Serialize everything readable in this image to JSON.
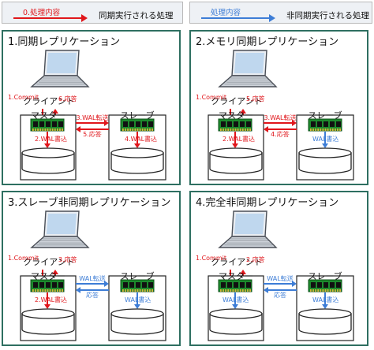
{
  "legend": [
    {
      "marker": "0.処理内容",
      "text": "同期実行される処理",
      "color": "#e0161b"
    },
    {
      "marker": "処理内容",
      "text": "非同期実行される処理",
      "color": "#3d7dd6"
    }
  ],
  "labels": {
    "client": "クライアント",
    "master": "マスター",
    "slave": "スレーブ"
  },
  "panels": [
    {
      "title": "1.同期レプリケーション",
      "commit": "1.Commit",
      "response": "6.応答",
      "wal_write": "2.WAL書込",
      "transfer": "3.WAL転送",
      "transfer_resp": "5.応答",
      "slave_write": "4.WAL書込"
    },
    {
      "title": "2.メモリ同期レプリケーション",
      "commit": "1.Commit",
      "response": "5.応答",
      "wal_write": "2.WAL書込",
      "transfer": "3.WAL転送",
      "transfer_resp": "4.応答",
      "slave_write": "WAL書込"
    },
    {
      "title": "3.スレーブ非同期レプリケーション",
      "commit": "1.Commit",
      "response": "3.応答",
      "wal_write": "2.WAL書込",
      "transfer": "WAL転送",
      "transfer_resp": "応答",
      "slave_write": "WAL書込"
    },
    {
      "title": "4.完全非同期レプリケーション",
      "commit": "1.Commit",
      "response": "2.応答",
      "wal_write": "WAL書込",
      "transfer": "WAL転送",
      "transfer_resp": "応答",
      "slave_write": "WAL書込"
    }
  ]
}
